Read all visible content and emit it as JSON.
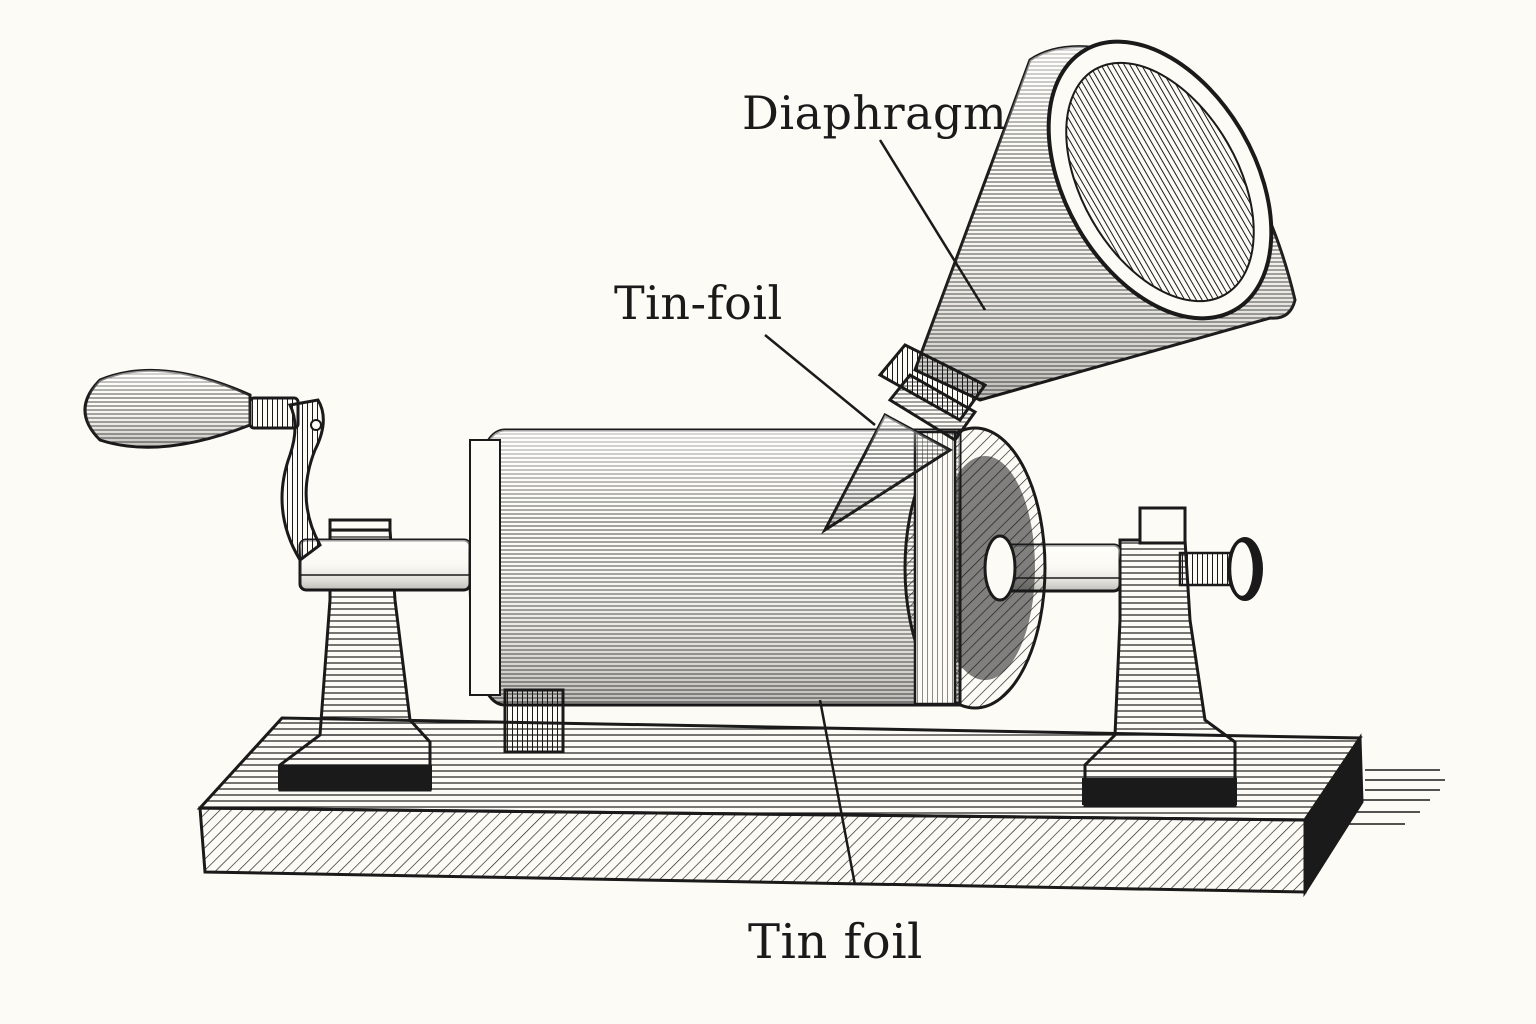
{
  "diagram": {
    "subject_icon": "phonograph-icon",
    "labels": {
      "diaphragm": "Diaphragm",
      "tin_foil_upper": "Tin-foil",
      "tin_foil_lower": "Tin foil"
    },
    "colors": {
      "background": "#fcfbf5",
      "ink": "#1a1a1a"
    }
  }
}
